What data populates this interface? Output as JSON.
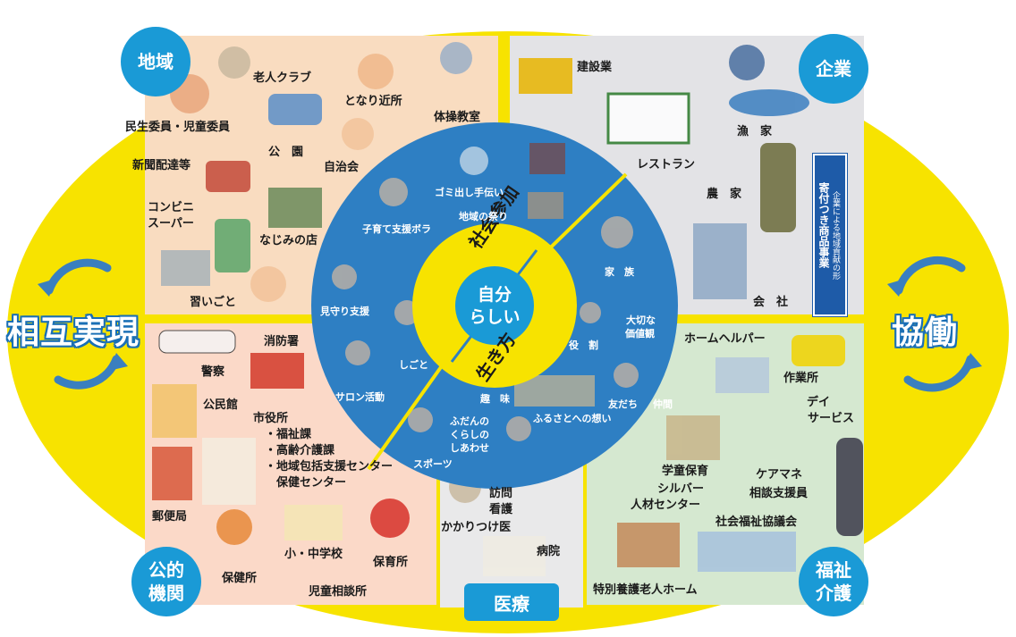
{
  "center": {
    "line1": "自分",
    "line2": "らしい"
  },
  "ring_words": {
    "top": "社会参加",
    "bottom": "生き方"
  },
  "side_left": "相互実現",
  "side_right": "協働",
  "quadrant_badges": {
    "region": "地域",
    "company": "企業",
    "public": "公的\n機関",
    "welfare": "福祉\n介護"
  },
  "medical_tab": "医療",
  "region_labels": [
    "老人クラブ",
    "となり近所",
    "体操教室",
    "民生委員・児童委員",
    "公　園",
    "自治会",
    "新聞配達等",
    "コンビニ",
    "スーパー",
    "なじみの店",
    "習いごと"
  ],
  "company_labels": [
    "建設業",
    "漁　家",
    "レストラン",
    "農　家",
    "会　社"
  ],
  "sign": {
    "title": "寄付つき商品事業",
    "subtitle": "企業による地域貢献の形"
  },
  "public_labels": [
    "消防署",
    "警察",
    "公民館",
    "市役所",
    "・福祉課",
    "・高齢介護課",
    "・地域包括支援センター",
    "保健センター",
    "郵便局",
    "小・中学校",
    "保育所",
    "保健所",
    "児童相談所"
  ],
  "medical_labels": [
    "訪問",
    "看護",
    "かかりつけ医",
    "病院"
  ],
  "welfare_labels": [
    "ホームヘルパー",
    "作業所",
    "デイ",
    "サービス",
    "学童保育",
    "ケアマネ",
    "シルバー",
    "人材センター",
    "相談支援員",
    "社会福祉協議会",
    "特別養護老人ホーム"
  ],
  "inner_labels": [
    "ゴミ出し手伝い",
    "地域の祭り",
    "子育て支援ボラ",
    "見守り支援",
    "しごと",
    "サロン活動",
    "家　族",
    "役　割",
    "大切な",
    "価値観",
    "友だち",
    "仲間",
    "趣　味",
    "ふるさとへの想い",
    "ふだんの",
    "くらしの",
    "しあわせ",
    "スポーツ"
  ],
  "colors": {
    "ellipse": "#f7e300",
    "ring": "#2e7fc3",
    "center": "#1a9ad6",
    "region_bg": "#f9dcc0",
    "company_bg": "#e3e3e6",
    "public_bg": "#fbd9c8",
    "medical_bg": "#e9e9ea",
    "welfare_bg": "#d5e8d0"
  }
}
